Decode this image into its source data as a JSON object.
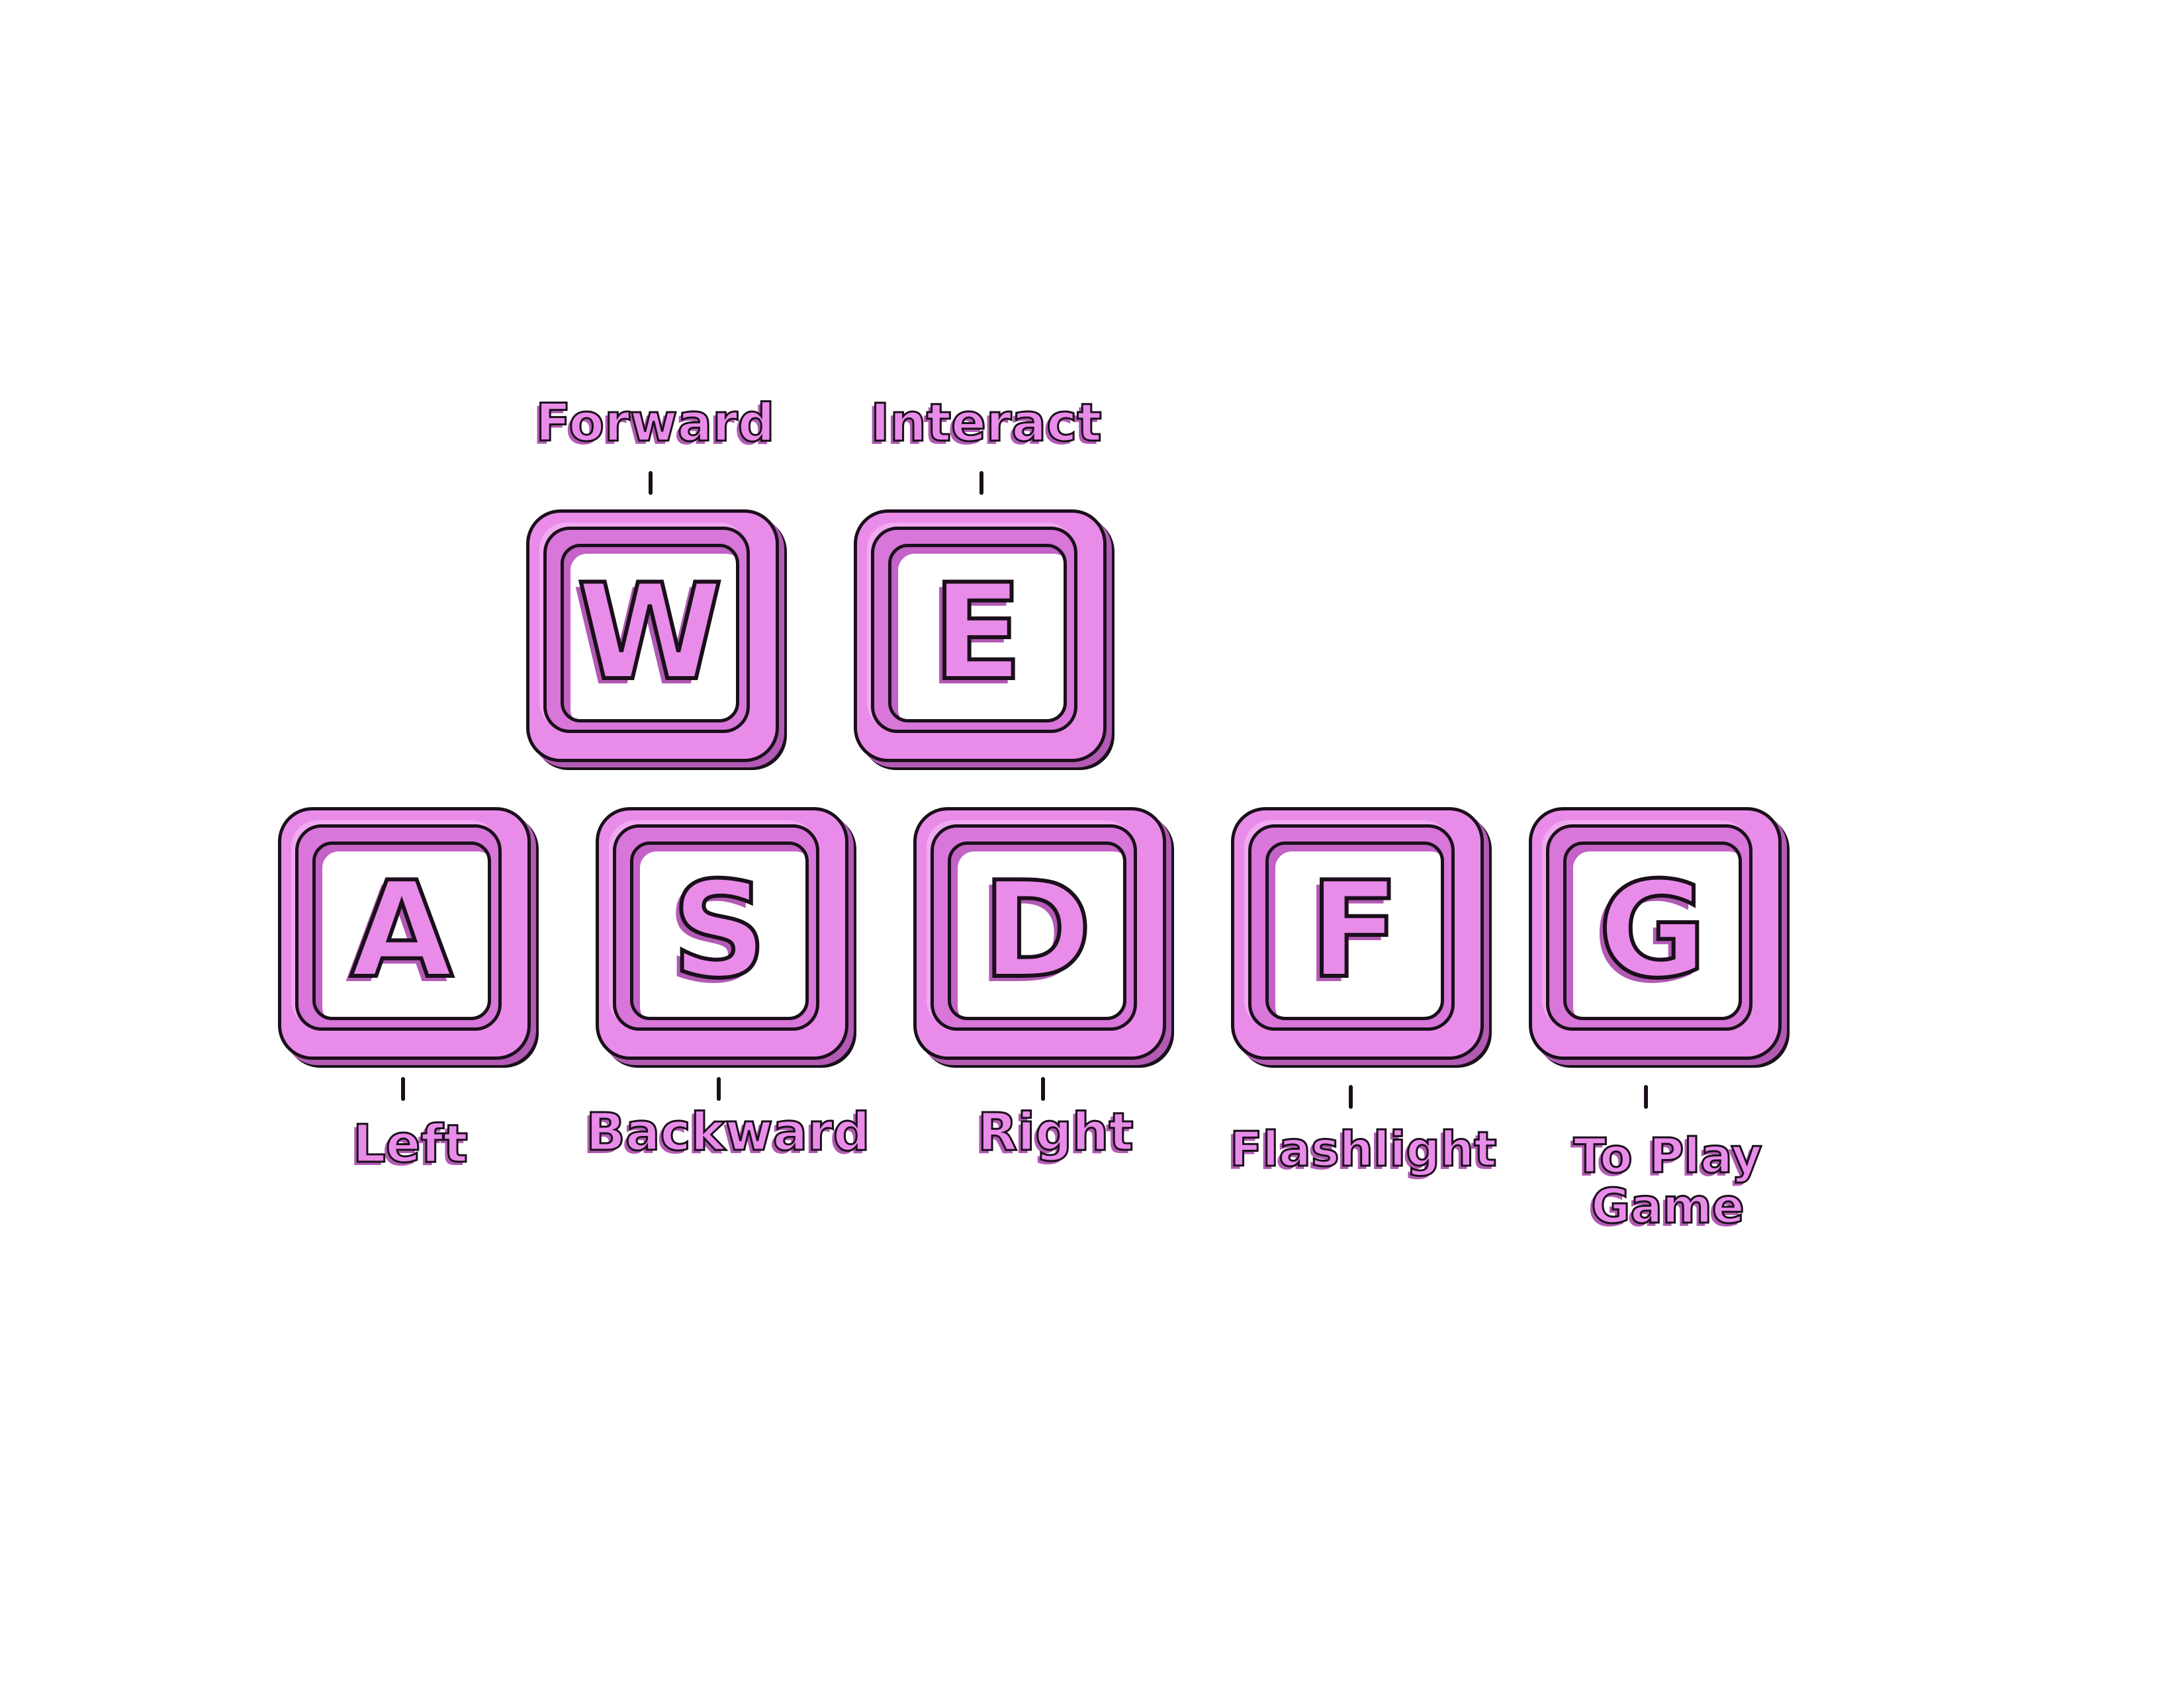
{
  "keys": [
    {
      "letter": "W",
      "label": "Forward"
    },
    {
      "letter": "E",
      "label": "Interact"
    },
    {
      "letter": "A",
      "label": "Left"
    },
    {
      "letter": "S",
      "label": "Backward"
    },
    {
      "letter": "D",
      "label": "Right"
    },
    {
      "letter": "F",
      "label": "Flashlight"
    },
    {
      "letter": "G",
      "label": "To Play\nGame"
    }
  ],
  "colors": {
    "key_fill": "#e98ce9",
    "key_shadow": "#b25ab4",
    "outline": "#1a0f1a",
    "background": "#ffffff"
  }
}
